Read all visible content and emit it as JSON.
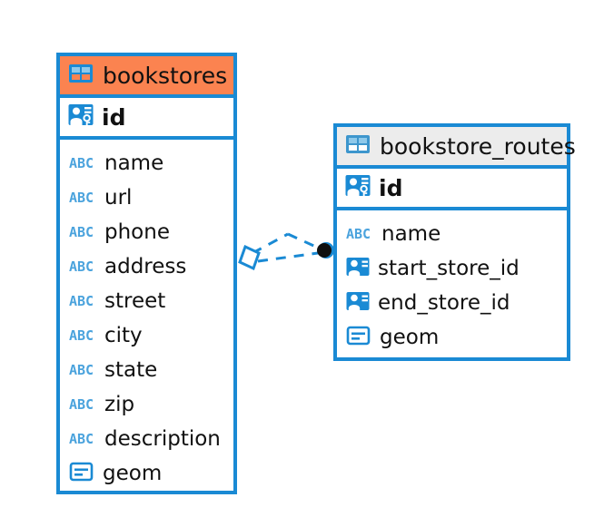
{
  "diagram": {
    "type": "entity-relationship-diagram",
    "background_color": "#ffffff",
    "accent_color": "#1a8ad4",
    "highlight_color": "#fb8350",
    "header_grey": "#ececec",
    "text_color": "#111111"
  },
  "entities": [
    {
      "name": "bookstores",
      "header_style": "orange",
      "primary_key": {
        "label": "id",
        "icon": "primary-key-icon"
      },
      "fields": [
        {
          "label": "name",
          "icon": "text-field-icon"
        },
        {
          "label": "url",
          "icon": "text-field-icon"
        },
        {
          "label": "phone",
          "icon": "text-field-icon"
        },
        {
          "label": "address",
          "icon": "text-field-icon"
        },
        {
          "label": "street",
          "icon": "text-field-icon"
        },
        {
          "label": "city",
          "icon": "text-field-icon"
        },
        {
          "label": "state",
          "icon": "text-field-icon"
        },
        {
          "label": "zip",
          "icon": "text-field-icon"
        },
        {
          "label": "description",
          "icon": "text-field-icon"
        },
        {
          "label": "geom",
          "icon": "geometry-field-icon"
        }
      ]
    },
    {
      "name": "bookstore_routes",
      "header_style": "grey",
      "primary_key": {
        "label": "id",
        "icon": "primary-key-icon"
      },
      "fields": [
        {
          "label": "name",
          "icon": "text-field-icon"
        },
        {
          "label": "start_store_id",
          "icon": "foreign-key-icon"
        },
        {
          "label": "end_store_id",
          "icon": "foreign-key-icon"
        },
        {
          "label": "geom",
          "icon": "geometry-field-icon"
        }
      ]
    }
  ],
  "relationship": {
    "from_entity": "bookstores",
    "to_entity": "bookstore_routes",
    "line_style": "dashed",
    "line_color": "#1a8ad4",
    "source_marker": "diamond-marker",
    "target_marker": "filled-circle-marker",
    "target_marker_color": "#101010"
  },
  "icon_labels": {
    "abc": "ABC"
  }
}
